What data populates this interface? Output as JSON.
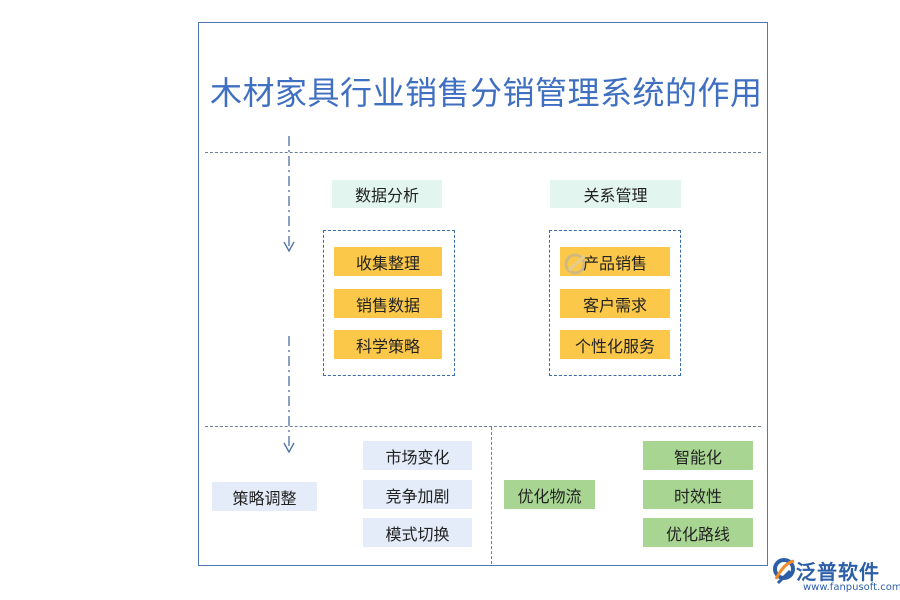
{
  "title": "木材家具行业销售分销管理系统的作用",
  "upper": {
    "left": {
      "header": "数据分析",
      "items": [
        "收集整理",
        "销售数据",
        "科学策略"
      ]
    },
    "right": {
      "header": "关系管理",
      "items": [
        "产品销售",
        "客户需求",
        "个性化服务"
      ]
    }
  },
  "lower": {
    "root": "策略调整",
    "middle_items": [
      "市场变化",
      "竞争加剧",
      "模式切换"
    ],
    "branch": "优化物流",
    "right_items": [
      "智能化",
      "时效性",
      "优化路线"
    ]
  },
  "logo": {
    "name": "泛普软件",
    "url": "www.fanpusoft.com"
  },
  "colors": {
    "title": "#3f6fc0",
    "header_fill": "#e2f5ee",
    "item_fill": "#fcc84a",
    "lower_fill": "#e3ecf8",
    "green_fill": "#a8d692",
    "frame": "#4f78b4"
  }
}
